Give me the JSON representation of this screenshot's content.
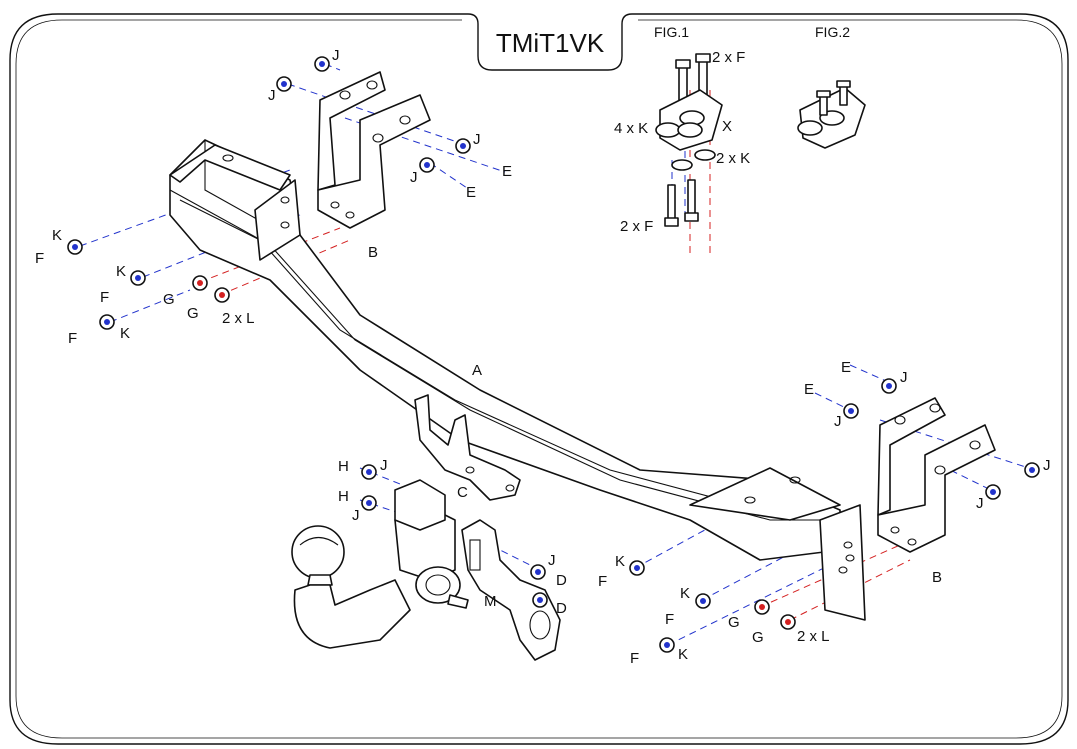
{
  "title": "TMiT1VK",
  "figures": {
    "fig1": "FIG.1",
    "fig2": "FIG.2"
  },
  "labels": {
    "A": "A",
    "B_left": "B",
    "B_right": "B",
    "C": "C",
    "D1": "D",
    "D2": "D",
    "M": "M",
    "X": "X",
    "E1": "E",
    "E2": "E",
    "E3": "E",
    "E4": "E",
    "J1": "J",
    "J2": "J",
    "J3": "J",
    "J4": "J",
    "J5": "J",
    "J6": "J",
    "J7": "J",
    "J8": "J",
    "J9": "J",
    "J10": "J",
    "J11": "J",
    "H1": "H",
    "H2": "H",
    "K1": "K",
    "K2": "K",
    "K3": "K",
    "K4": "K",
    "K5": "K",
    "K6": "K",
    "F1": "F",
    "F2": "F",
    "F3": "F",
    "F4": "F",
    "F5": "F",
    "F6": "F",
    "G1": "G",
    "G2": "G",
    "G3": "G",
    "G4": "G",
    "L_left": "2 x L",
    "L_right": "2 x L",
    "fig1_2xF_top": "2 x F",
    "fig1_2xF_bottom": "2 x F",
    "fig1_4xK": "4 x K",
    "fig1_2xK": "2 x K"
  }
}
